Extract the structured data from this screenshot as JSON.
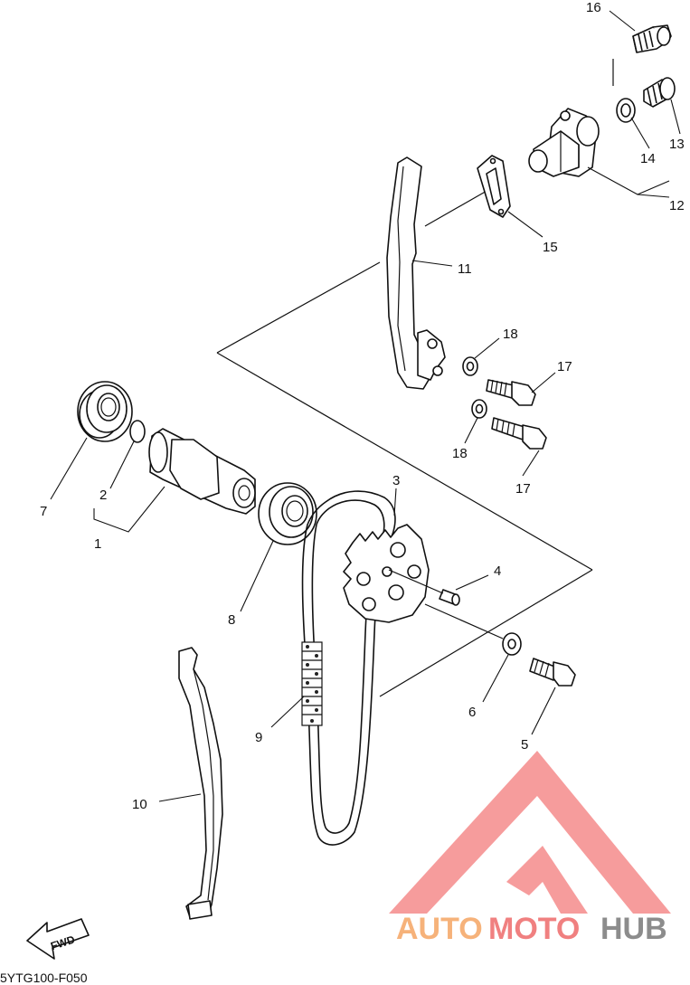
{
  "callouts": [
    {
      "id": "c1",
      "text": "1"
    },
    {
      "id": "c2",
      "text": "2"
    },
    {
      "id": "c3",
      "text": "3"
    },
    {
      "id": "c4",
      "text": "4"
    },
    {
      "id": "c5",
      "text": "5"
    },
    {
      "id": "c6",
      "text": "6"
    },
    {
      "id": "c7",
      "text": "7"
    },
    {
      "id": "c8",
      "text": "8"
    },
    {
      "id": "c9",
      "text": "9"
    },
    {
      "id": "c10",
      "text": "10"
    },
    {
      "id": "c11",
      "text": "11"
    },
    {
      "id": "c12",
      "text": "12"
    },
    {
      "id": "c13",
      "text": "13"
    },
    {
      "id": "c14",
      "text": "14"
    },
    {
      "id": "c15",
      "text": "15"
    },
    {
      "id": "c16",
      "text": "16"
    },
    {
      "id": "c17a",
      "text": "17"
    },
    {
      "id": "c17b",
      "text": "17"
    },
    {
      "id": "c18a",
      "text": "18"
    },
    {
      "id": "c18b",
      "text": "18"
    }
  ],
  "fwd_label": "FWD",
  "diagram_code": "5YTG100-F050",
  "watermark": {
    "part1": "AUTO",
    "part2": "MOTO",
    "part3": "HUB",
    "color_auto": "#f6b27a",
    "color_moto": "#f08080",
    "color_hub": "#8c8c8c",
    "logo_color": "#f58b8b"
  }
}
